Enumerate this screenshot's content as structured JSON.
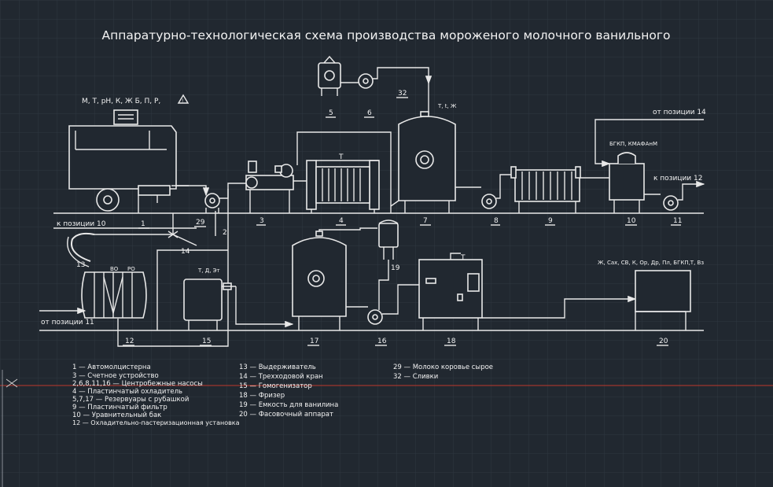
{
  "title": "Аппаратурно-технологическая схема производства мороженого молочного ванильного",
  "params": {
    "tank_control": "М, Т, pH, К, Ж Б, П, Р,",
    "reservoir7": "Т, t, Ж",
    "cooler_t": "Т",
    "bgkp": "БГКП, КМАФАнМ",
    "reservoir15": "Т, Д, Эт",
    "freezer_t": "Т",
    "packer": "Ж, Сах, СВ, К, Ор, Др, Пл, БГКП,Т, Вз"
  },
  "flows": {
    "from14": "от позиции 14",
    "to12": "к позиции 12",
    "to10": "к позиции 10",
    "from11": "от позиции 11"
  },
  "unit_labels": {
    "vo": "ВО",
    "ro": "РО"
  },
  "numbers": {
    "n1": "1",
    "n29": "29",
    "n2": "2",
    "n3": "3",
    "n4": "4",
    "n5": "5",
    "n6": "6",
    "n32": "32",
    "n7": "7",
    "n8": "8",
    "n9": "9",
    "n10": "10",
    "n11": "11",
    "n13": "13",
    "n14": "14",
    "n12": "12",
    "n15": "15",
    "n17": "17",
    "n19": "19",
    "n16": "16",
    "n18": "18",
    "n20": "20"
  },
  "legend": {
    "col1": [
      "1 — Автомолцистерна",
      "3 — Счетное устройство",
      "2,6,8,11,16 — Центробежные насосы",
      "4 — Пластинчатый охладитель",
      "5,7,17 — Резервуары с рубашкой",
      "9 — Пластинчатый фильтр",
      "10 — Уравнительный бак",
      "12 — Охладительно-пастеризационная установка"
    ],
    "col2": [
      "13 — Выдерживатель",
      "14 — Трехходовой кран",
      "15 — Гомогенизатор",
      "18 — Фризер",
      "19 — Емкость для ванилина",
      "20 — Фасовочный аппарат"
    ],
    "col3": [
      "29 — Молоко коровье сырое",
      "32 — Сливки"
    ]
  },
  "colors": {
    "background": "#212830",
    "lines": "#e8e8e8",
    "axis_red": "#c0392b"
  }
}
